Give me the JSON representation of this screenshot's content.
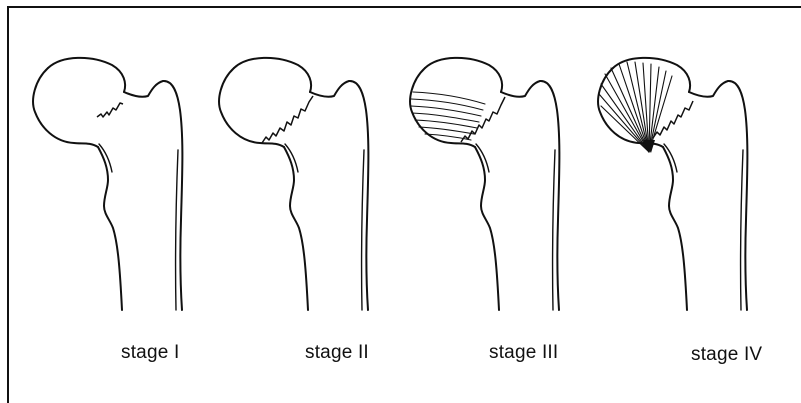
{
  "stages": [
    {
      "label": "stage I",
      "fracture": "incomplete"
    },
    {
      "label": "stage II",
      "fracture": "complete"
    },
    {
      "label": "stage III",
      "fracture": "partial-displacement"
    },
    {
      "label": "stage IV",
      "fracture": "full-displacement"
    }
  ]
}
